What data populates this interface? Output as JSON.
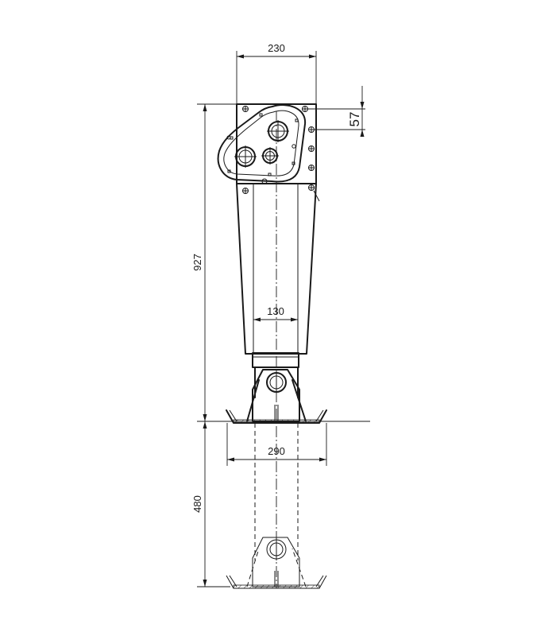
{
  "dimensions": {
    "top_width": "230",
    "hole_offset": "57",
    "overall_height": "927",
    "leg_width": "130",
    "foot_width": "290",
    "travel": "480"
  }
}
